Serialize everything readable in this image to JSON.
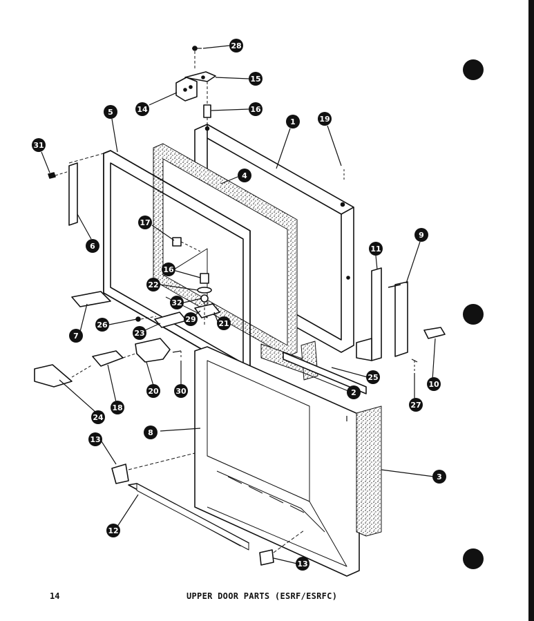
{
  "page": {
    "page_number": "14",
    "title": "UPPER DOOR PARTS (ESRF/ESRFC)"
  },
  "callouts": [
    {
      "id": "c28",
      "label": "28"
    },
    {
      "id": "c15",
      "label": "15"
    },
    {
      "id": "c14",
      "label": "14"
    },
    {
      "id": "c16a",
      "label": "16"
    },
    {
      "id": "c5",
      "label": "5"
    },
    {
      "id": "c1",
      "label": "1"
    },
    {
      "id": "c19",
      "label": "19"
    },
    {
      "id": "c31",
      "label": "31"
    },
    {
      "id": "c4",
      "label": "4"
    },
    {
      "id": "c6",
      "label": "6"
    },
    {
      "id": "c17",
      "label": "17"
    },
    {
      "id": "c11",
      "label": "11"
    },
    {
      "id": "c9",
      "label": "9"
    },
    {
      "id": "c16b",
      "label": "16"
    },
    {
      "id": "c22",
      "label": "22"
    },
    {
      "id": "c32",
      "label": "32"
    },
    {
      "id": "c29",
      "label": "29"
    },
    {
      "id": "c21",
      "label": "21"
    },
    {
      "id": "c7",
      "label": "7"
    },
    {
      "id": "c26",
      "label": "26"
    },
    {
      "id": "c23",
      "label": "23"
    },
    {
      "id": "c20",
      "label": "20"
    },
    {
      "id": "c30",
      "label": "30"
    },
    {
      "id": "c18",
      "label": "18"
    },
    {
      "id": "c24",
      "label": "24"
    },
    {
      "id": "c2",
      "label": "2"
    },
    {
      "id": "c25",
      "label": "25"
    },
    {
      "id": "c27",
      "label": "27"
    },
    {
      "id": "c10",
      "label": "10"
    },
    {
      "id": "c8",
      "label": "8"
    },
    {
      "id": "c13a",
      "label": "13"
    },
    {
      "id": "c3",
      "label": "3"
    },
    {
      "id": "c12",
      "label": "12"
    },
    {
      "id": "c13b",
      "label": "13"
    }
  ]
}
